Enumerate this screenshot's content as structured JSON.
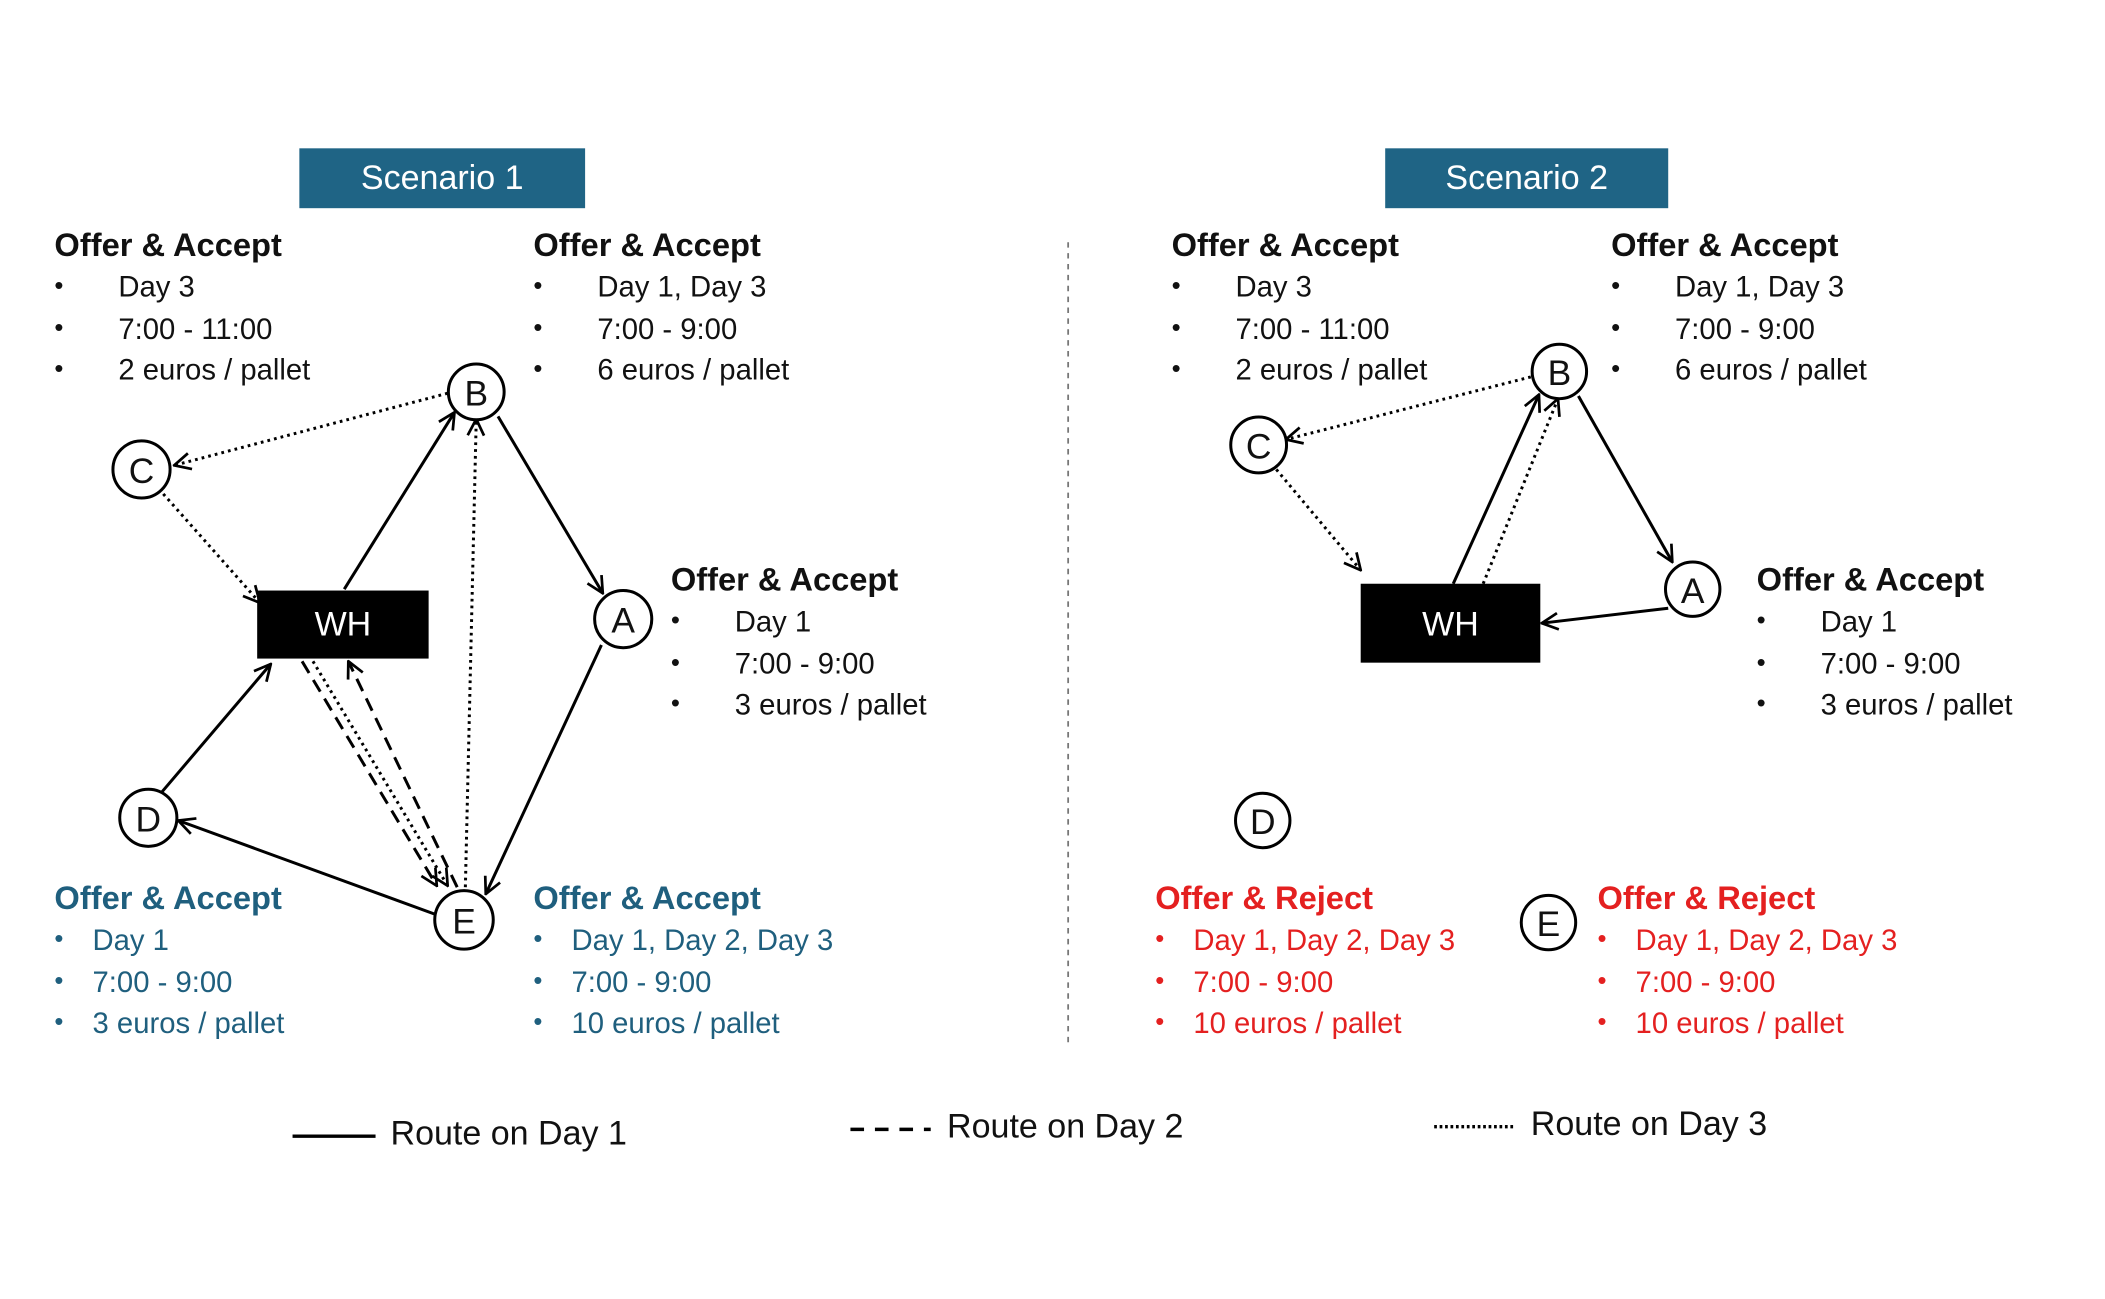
{
  "scenario1": {
    "label": "Scenario 1",
    "color": "#1f6485",
    "offers": {
      "C": {
        "title": "Offer & Accept",
        "items": [
          "Day 3",
          "7:00 - 11:00",
          "2 euros / pallet"
        ],
        "status": "accept"
      },
      "B": {
        "title": "Offer & Accept",
        "items": [
          "Day 1, Day 3",
          "7:00 - 9:00",
          "6 euros / pallet"
        ],
        "status": "accept"
      },
      "A": {
        "title": "Offer & Accept",
        "items": [
          "Day 1",
          "7:00 - 9:00",
          "3 euros / pallet"
        ],
        "status": "accept"
      },
      "D": {
        "title": "Offer & Accept",
        "items": [
          "Day 1",
          "7:00 - 9:00",
          "3 euros / pallet"
        ],
        "status": "accept-highlight"
      },
      "E": {
        "title": "Offer & Accept",
        "items": [
          "Day 1, Day 2, Day 3",
          "7:00 - 9:00",
          "10 euros / pallet"
        ],
        "status": "accept-highlight"
      }
    },
    "nodes": {
      "A": "A",
      "B": "B",
      "C": "C",
      "D": "D",
      "E": "E",
      "WH": "WH"
    }
  },
  "scenario2": {
    "label": "Scenario 2",
    "color": "#1f6485",
    "offers": {
      "C": {
        "title": "Offer & Accept",
        "items": [
          "Day 3",
          "7:00 - 11:00",
          "2 euros / pallet"
        ],
        "status": "accept"
      },
      "B": {
        "title": "Offer & Accept",
        "items": [
          "Day 1, Day 3",
          "7:00 - 9:00",
          "6 euros / pallet"
        ],
        "status": "accept"
      },
      "A": {
        "title": "Offer & Accept",
        "items": [
          "Day 1",
          "7:00 - 9:00",
          "3 euros / pallet"
        ],
        "status": "accept"
      },
      "D": {
        "title": "Offer & Reject",
        "items": [
          "Day 1, Day 2, Day 3",
          "7:00 - 9:00",
          "10 euros / pallet"
        ],
        "status": "reject"
      },
      "E": {
        "title": "Offer & Reject",
        "items": [
          "Day 1, Day 2, Day 3",
          "7:00 - 9:00",
          "10 euros / pallet"
        ],
        "status": "reject"
      }
    },
    "nodes": {
      "A": "A",
      "B": "B",
      "C": "C",
      "D": "D",
      "E": "E",
      "WH": "WH"
    }
  },
  "colors": {
    "accept_text": "#111111",
    "accept_highlight": "#1f5f7e",
    "reject": "#e42020",
    "wh_fill": "#000000"
  },
  "routes": [
    {
      "from": "WH",
      "to": "B",
      "day": 1,
      "scenario": 1
    },
    {
      "from": "B",
      "to": "A",
      "day": 1,
      "scenario": 1
    },
    {
      "from": "A",
      "to": "E",
      "day": 1,
      "scenario": 1
    },
    {
      "from": "E",
      "to": "D",
      "day": 1,
      "scenario": 1
    },
    {
      "from": "D",
      "to": "WH",
      "day": 1,
      "scenario": 1
    },
    {
      "from": "WH",
      "to": "E",
      "day": 2,
      "scenario": 1
    },
    {
      "from": "E",
      "to": "WH",
      "day": 2,
      "scenario": 1
    },
    {
      "from": "WH",
      "to": "E",
      "day": 3,
      "scenario": 1
    },
    {
      "from": "E",
      "to": "B",
      "day": 3,
      "scenario": 1
    },
    {
      "from": "B",
      "to": "C",
      "day": 3,
      "scenario": 1
    },
    {
      "from": "C",
      "to": "WH",
      "day": 3,
      "scenario": 1
    },
    {
      "from": "WH",
      "to": "B",
      "day": 1,
      "scenario": 2
    },
    {
      "from": "B",
      "to": "A",
      "day": 1,
      "scenario": 2
    },
    {
      "from": "A",
      "to": "WH",
      "day": 1,
      "scenario": 2
    },
    {
      "from": "WH",
      "to": "B",
      "day": 3,
      "scenario": 2
    },
    {
      "from": "B",
      "to": "C",
      "day": 3,
      "scenario": 2
    },
    {
      "from": "C",
      "to": "WH",
      "day": 3,
      "scenario": 2
    }
  ],
  "legend": [
    {
      "label": "Route on Day 1",
      "style": "solid"
    },
    {
      "label": "Route on Day 2",
      "style": "dashed"
    },
    {
      "label": "Route on Day 3",
      "style": "dotted"
    }
  ]
}
